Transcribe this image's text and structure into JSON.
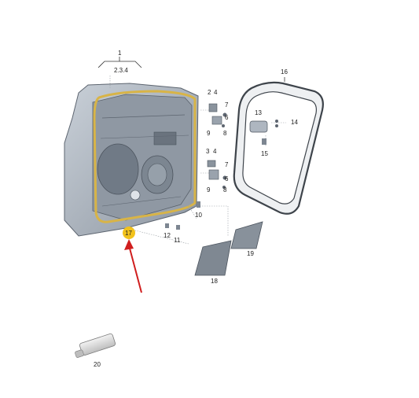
{
  "diagram": {
    "labels": {
      "p1": "1",
      "p234": "2.3.4",
      "p2a": "2",
      "p4a": "4",
      "p7a": "7",
      "p6a": "6",
      "p9a": "9",
      "p8a": "8",
      "p3b": "3",
      "p4b": "4",
      "p7b": "7",
      "p6b": "6",
      "p9b": "9",
      "p8b": "8",
      "p10": "10",
      "p11": "11",
      "p12": "12",
      "p13": "13",
      "p14": "14",
      "p15": "15",
      "p16": "16",
      "p17": "17",
      "p18": "18",
      "p19": "19",
      "p20": "20"
    },
    "colors": {
      "door_fill": "#aeb6c0",
      "door_dark": "#6e7782",
      "seal_gold": "#d8b447",
      "highlight": "#f2c21b",
      "arrow_red": "#d01e1e",
      "seal_frame": "#e9ebee"
    }
  }
}
